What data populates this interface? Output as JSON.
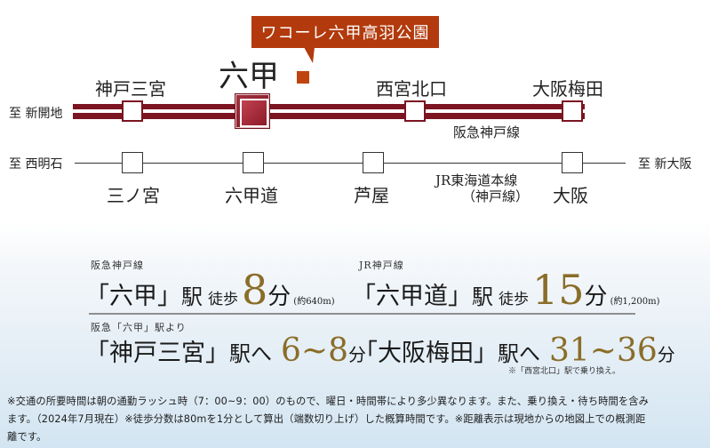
{
  "callout": {
    "property_name": "ワコーレ六甲高羽公園",
    "color": "#b23a0c"
  },
  "route_map": {
    "hankyu": {
      "line_name": "阪急神戸線",
      "color": "#7c1421",
      "direction_left": "至 新開地",
      "stations": [
        {
          "name": "神戸三宮"
        },
        {
          "name": "六甲",
          "highlight": true
        },
        {
          "name": "西宮北口"
        },
        {
          "name": "大阪梅田"
        }
      ]
    },
    "jr": {
      "line_name_1": "JR東海道本線",
      "line_name_2": "（神戸線）",
      "direction_left": "至 西明石",
      "direction_right": "至 新大阪",
      "stations": [
        {
          "name": "三ノ宮"
        },
        {
          "name": "六甲道"
        },
        {
          "name": "芦屋"
        },
        {
          "name": "大阪"
        }
      ]
    }
  },
  "access": {
    "walk": [
      {
        "line": "阪急神戸線",
        "station": "「六甲」",
        "eki": "駅",
        "toho": "徒歩",
        "minutes": "8",
        "fun": "分",
        "distance": "(約640m)"
      },
      {
        "line": "JR神戸線",
        "station": "「六甲道」",
        "eki": "駅",
        "toho": "徒歩",
        "minutes": "15",
        "fun": "分",
        "distance": "(約1,200m)"
      }
    ],
    "from_label": "阪急「六甲」駅より",
    "trains": [
      {
        "destination": "「神戸三宮」",
        "eki_he": "駅へ",
        "minutes": "6~8",
        "fun": "分"
      },
      {
        "destination": "「大阪梅田」",
        "eki_he": "駅へ",
        "minutes": "31~36",
        "fun": "分",
        "note": "※「西宮北口」駅で乗り換え。"
      }
    ],
    "accent_color": "#8a6d28"
  },
  "footnote": {
    "line1": "※交通の所要時間は朝の通勤ラッシュ時（7：00~9：00）のもので、曜日・時間帯により多少異なります。また、乗り換え・待ち時間を含み",
    "line2": "ます。（2024年7月現在）※徒歩分数は80mを1分として算出（端数切り上げ）した概算時間です。※距離表示は現地からの地図上での概測距",
    "line3": "離です。"
  }
}
